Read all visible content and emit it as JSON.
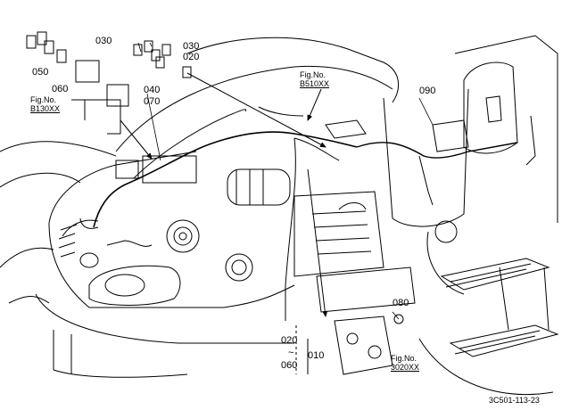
{
  "diagram": {
    "part_labels": {
      "p030a": "030",
      "p030b": "030",
      "p020a": "020",
      "p050": "050",
      "p060a": "060",
      "p040": "040",
      "p070": "070",
      "p090": "090",
      "p080": "080",
      "p010": "010",
      "range_from": "020",
      "range_tilde": "~",
      "range_to": "060"
    },
    "figure_refs": {
      "b130": {
        "prefix": "Fig.No.",
        "code": "B130XX"
      },
      "b510": {
        "prefix": "Fig.No.",
        "code": "B510XX"
      },
      "f3020": {
        "prefix": "Fig.No.",
        "code": "3020XX"
      }
    },
    "drawing_code": "3C501-113-23"
  }
}
